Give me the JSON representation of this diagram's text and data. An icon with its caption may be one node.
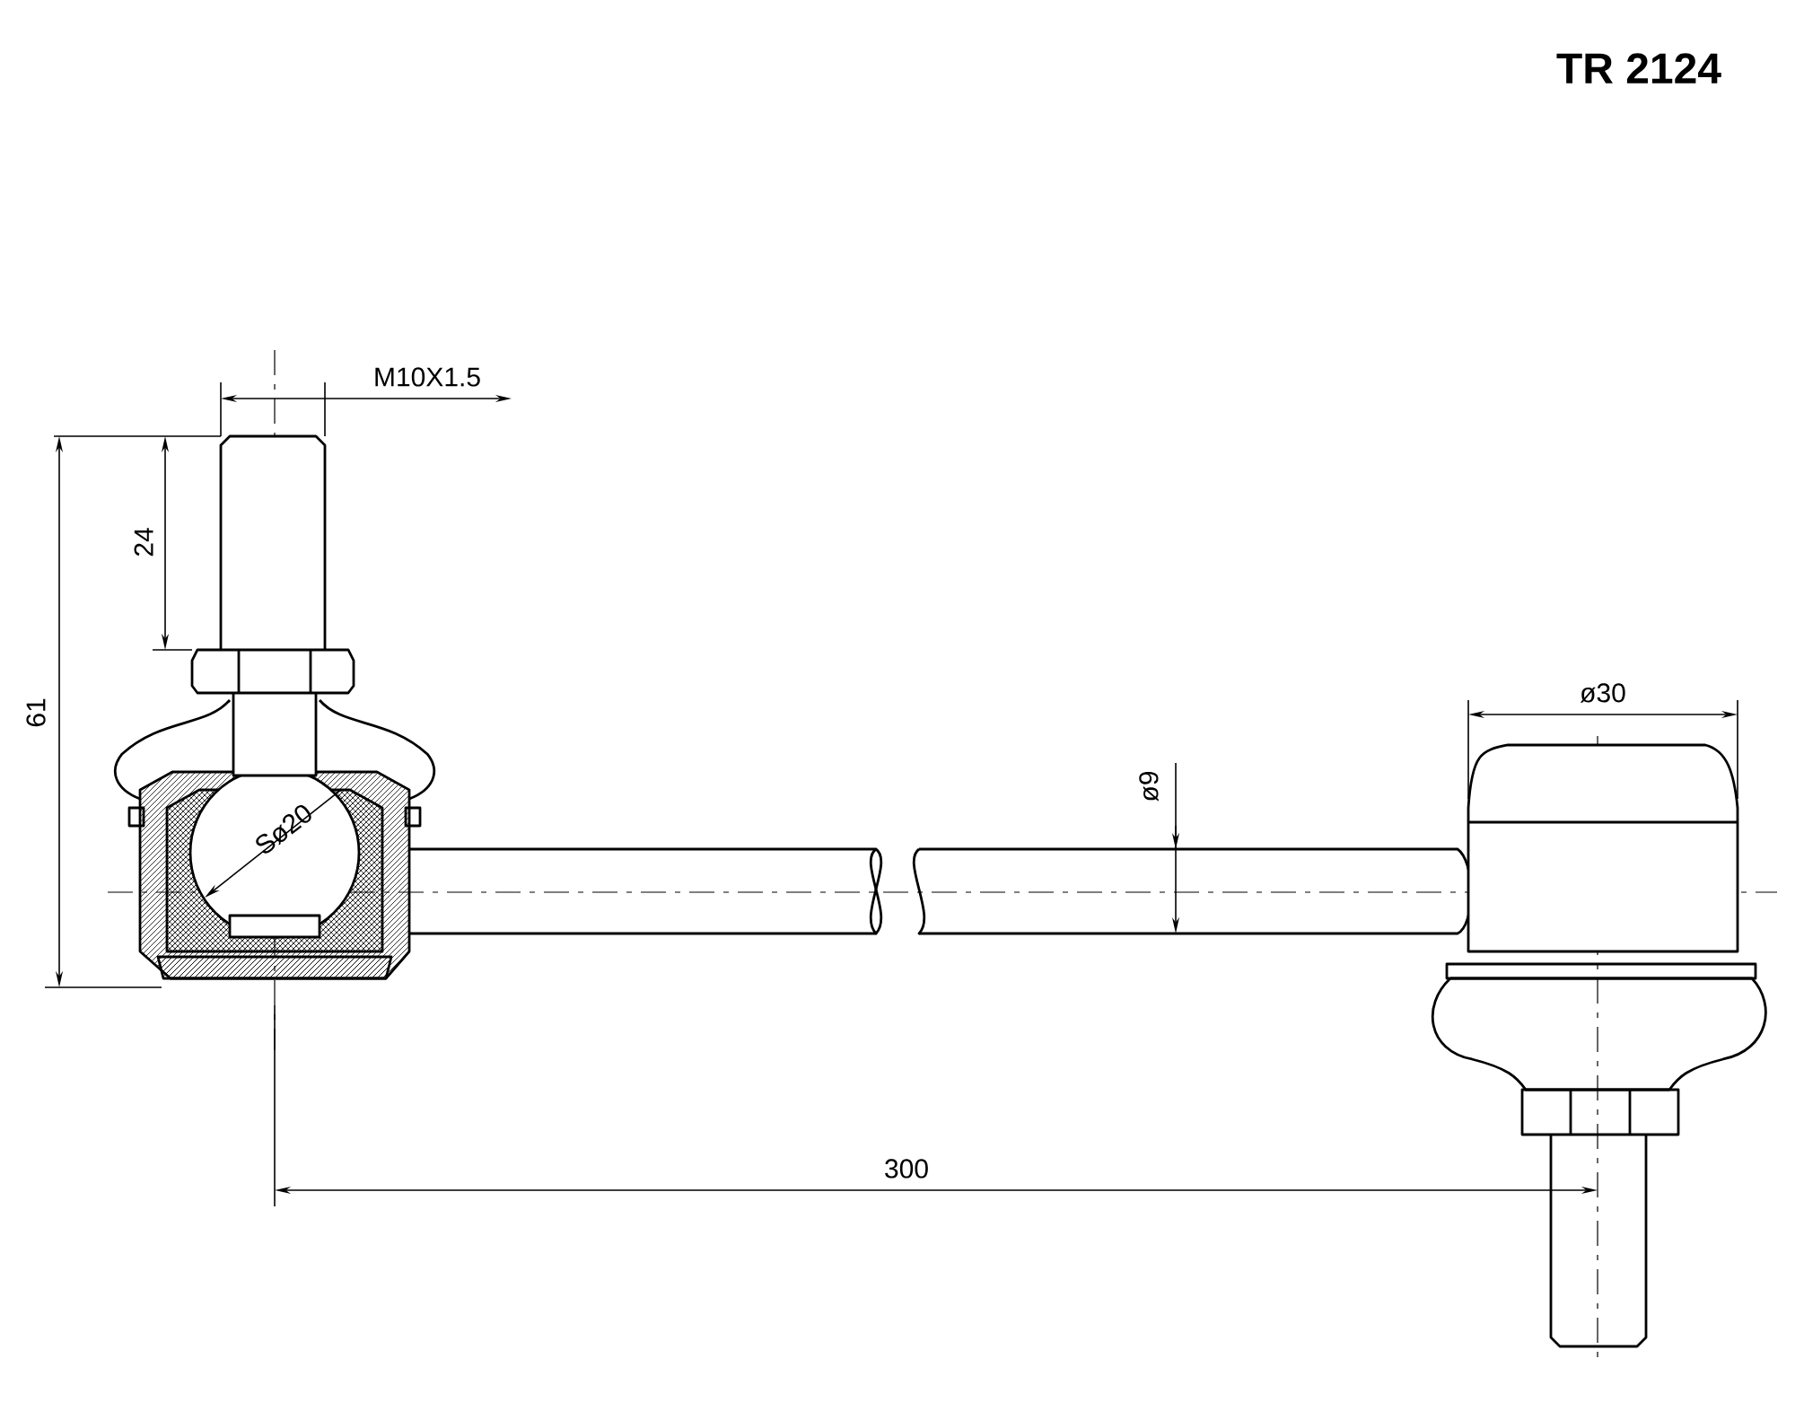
{
  "diagram": {
    "title": "TR 2124",
    "labels": [
      "M10X1.5",
      "24",
      "61",
      "Sø20",
      "ø9",
      "ø30",
      "300"
    ]
  }
}
